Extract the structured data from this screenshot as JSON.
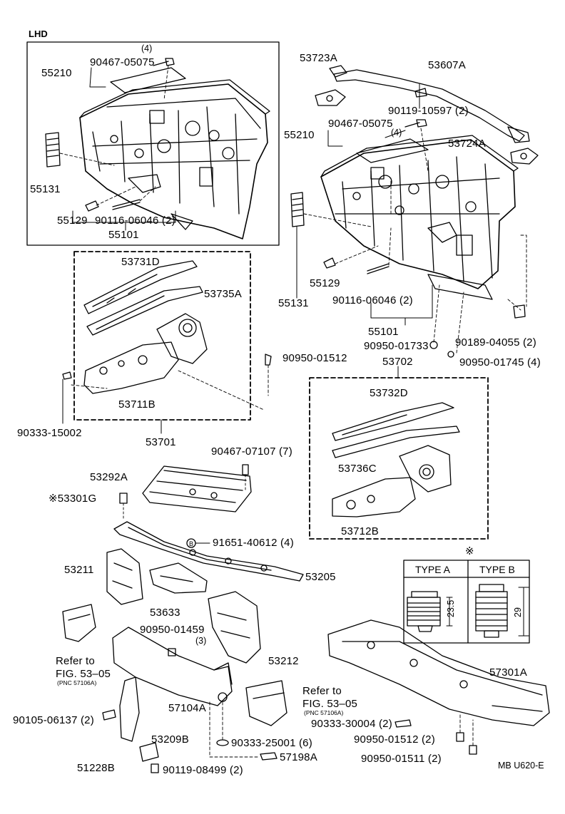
{
  "diagram": {
    "section_label": "LHD",
    "drawing_code": "MB U620-E",
    "type_marker": "※",
    "labels": {
      "l55210a": "55210",
      "l90467a": "90467-05075",
      "l4a": "(4)",
      "l55131a": "55131",
      "l55129a": "55129",
      "l90116a": "90116-06046  (2)",
      "l55101a": "55101",
      "l53723A": "53723A",
      "l53607A": "53607A",
      "l90119a": "90119-10597  (2)",
      "l90467b": "90467-05075",
      "l4b": "(4)",
      "l55210b": "55210",
      "l53724A": "53724A",
      "l55131b": "55131",
      "l55129b": "55129",
      "l90116b": "90116-06046  (2)",
      "l55101b": "55101",
      "l90950_01733": "90950-01733",
      "l90189": "90189-04055  (2)",
      "l90950_01745": "90950-01745  (4)",
      "l53731D": "53731D",
      "l53735A": "53735A",
      "l90950_01512a": "90950-01512",
      "l53711B": "53711B",
      "l90333_15002": "90333-15002",
      "l53701": "53701",
      "l53702": "53702",
      "l53732D": "53732D",
      "l53736C": "53736C",
      "l53712B": "53712B",
      "l90467_07107": "90467-07107  (7)",
      "l53292A": "53292A",
      "l53301G": "※53301G",
      "l91651": "91651-40612  (4)",
      "l53211": "53211",
      "l53205": "53205",
      "l53633": "53633",
      "l90950_01459": "90950-01459",
      "l3": "(3)",
      "l53212": "53212",
      "lreferA1": "Refer to",
      "lreferA2": "FIG. 53–05",
      "lreferA3": "(PNC 57106A)",
      "lreferB1": "Refer to",
      "lreferB2": "FIG. 53–05",
      "lreferB3": "(PNC 57106A)",
      "l57104A": "57104A",
      "l90105": "90105-06137  (2)",
      "l53209B": "53209B",
      "l51228B": "51228B",
      "l90119_08499": "90119-08499  (2)",
      "l90333_25001": "90333-25001  (6)",
      "l57198A": "57198A",
      "l57301A": "57301A",
      "l90333_30004": "90333-30004  (2)",
      "l90950_01512b": "90950-01512  (2)",
      "l90950_01511": "90950-01511  (2)"
    },
    "type_table": {
      "type_a_label": "TYPE  A",
      "type_b_label": "TYPE  B",
      "type_a_dim": "23.5",
      "type_b_dim": "29"
    }
  }
}
